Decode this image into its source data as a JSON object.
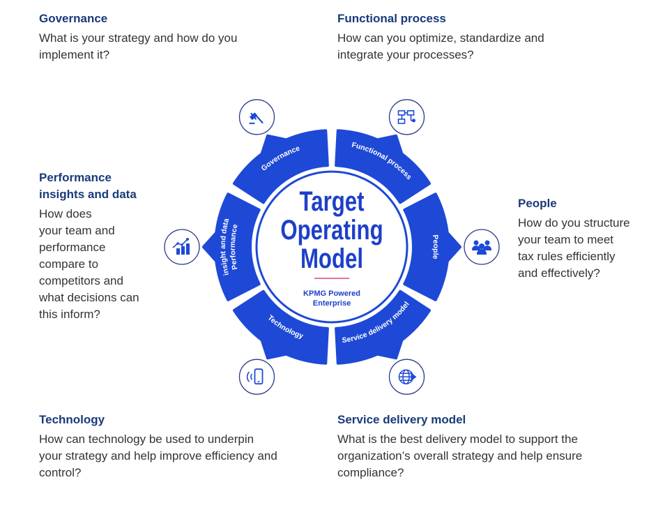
{
  "colors": {
    "primary_blue": "#1e49d6",
    "heading_navy": "#1a3a7a",
    "body_text": "#333333",
    "icon_outline": "#2a3a8c",
    "accent_pink": "#e0457b"
  },
  "center": {
    "title_lines": [
      "Target",
      "Operating",
      "Model"
    ],
    "subtitle_lines": [
      "KPMG Powered",
      "Enterprise"
    ]
  },
  "segments": [
    {
      "id": "governance",
      "label": "Governance",
      "icon": "gavel-icon"
    },
    {
      "id": "functional-process",
      "label": "Functional process",
      "icon": "process-flow-icon"
    },
    {
      "id": "people",
      "label": "People",
      "icon": "people-group-icon"
    },
    {
      "id": "service-delivery",
      "label": "Service delivery model",
      "icon": "globe-arrow-icon"
    },
    {
      "id": "technology",
      "label": "Technology",
      "icon": "mobile-phone-icon"
    },
    {
      "id": "performance",
      "label_lines": [
        "Performance",
        "insight and data"
      ],
      "icon": "chart-trend-icon"
    }
  ],
  "blocks": {
    "governance": {
      "title": "Governance",
      "text": [
        "What is your strategy and how do you",
        "implement it?"
      ]
    },
    "functional": {
      "title": "Functional process",
      "text": [
        "How can you optimize, standardize and",
        "integrate your processes?"
      ]
    },
    "performance": {
      "title_lines": [
        "Performance",
        "insights and data"
      ],
      "text": [
        "How does",
        "your team and",
        "performance",
        "compare to",
        "competitors and",
        "what decisions can",
        "this inform?"
      ]
    },
    "people": {
      "title": "People",
      "text": [
        "How do you structure",
        "your team to meet",
        "tax rules efficiently",
        "and effectively?"
      ]
    },
    "technology": {
      "title": "Technology",
      "text": [
        "How can technology be used to underpin",
        "your strategy and help improve efficiency and",
        "control?"
      ]
    },
    "service": {
      "title": "Service delivery model",
      "text": [
        "What is the best delivery model to support the",
        "organization’s overall strategy and help ensure",
        "compliance?"
      ]
    }
  }
}
